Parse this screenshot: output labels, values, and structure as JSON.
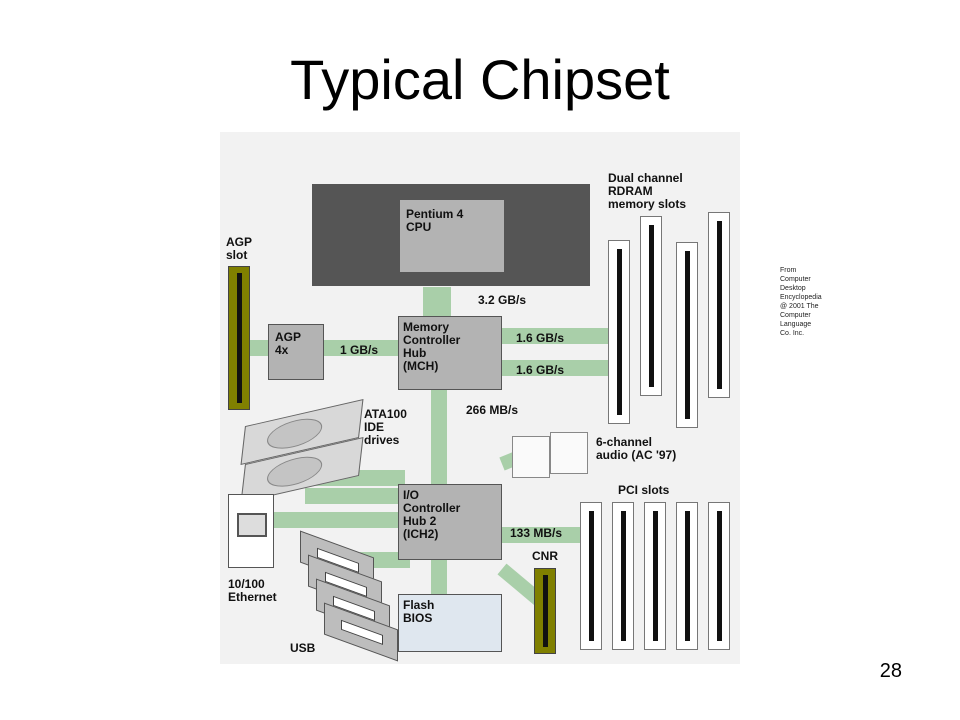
{
  "slide": {
    "title": "Typical Chipset",
    "page_number": "28"
  },
  "diagram": {
    "credit_line1": "From Computer Desktop Encyclopedia",
    "credit_line2": "@ 2001 The Computer Language Co. Inc.",
    "cpu": [
      "Pentium 4",
      "CPU"
    ],
    "mch": [
      "Memory",
      "Controller",
      "Hub",
      "(MCH)"
    ],
    "agp_chip": [
      "AGP",
      "4x"
    ],
    "agp_slot": [
      "AGP",
      "slot"
    ],
    "ich": [
      "I/O",
      "Controller",
      "Hub 2",
      "(ICH2)"
    ],
    "flash": [
      "Flash",
      "BIOS"
    ],
    "rdram": [
      "Dual channel",
      "RDRAM",
      "memory slots"
    ],
    "ide": [
      "ATA100",
      "IDE",
      "drives"
    ],
    "audio": [
      "6-channel",
      "audio (AC '97)"
    ],
    "pci": "PCI slots",
    "cnr": "CNR",
    "ethernet": [
      "10/100",
      "Ethernet"
    ],
    "usb": "USB",
    "speeds": {
      "cpu_mch": "3.2 GB/s",
      "agp_mch": "1 GB/s",
      "mem1": "1.6 GB/s",
      "mem2": "1.6 GB/s",
      "mch_ich": "266 MB/s",
      "pci": "133 MB/s"
    }
  }
}
